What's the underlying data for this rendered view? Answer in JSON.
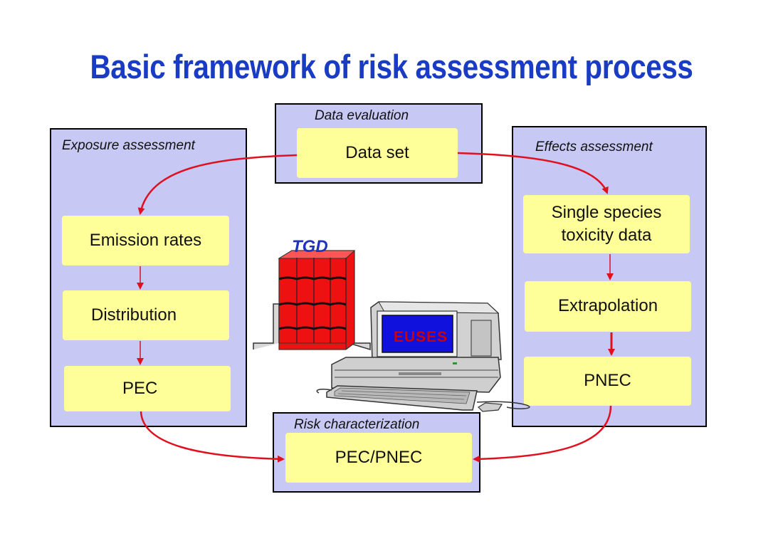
{
  "title": "Basic framework of risk assessment process",
  "panels": {
    "data_evaluation": {
      "label": "Data evaluation",
      "box": "Data set"
    },
    "exposure_assessment": {
      "label": "Exposure assessment",
      "boxes": [
        "Emission rates",
        "Distribution",
        "PEC"
      ]
    },
    "effects_assessment": {
      "label": "Effects assessment",
      "boxes": [
        "Single species toxicity data",
        "Extrapolation",
        "PNEC"
      ]
    },
    "risk_characterization": {
      "label": "Risk characterization",
      "box": "PEC/PNEC"
    }
  },
  "illustrations": {
    "binders_label": "TGD",
    "computer_screen_label": "EUSES"
  },
  "colors": {
    "title": "#1a3cc4",
    "panel_fill": "#c8c8f5",
    "box_fill": "#ffff99",
    "arrow": "#e0101f",
    "binder": "#ee1111"
  },
  "icons": [
    "binders-icon",
    "computer-icon"
  ]
}
